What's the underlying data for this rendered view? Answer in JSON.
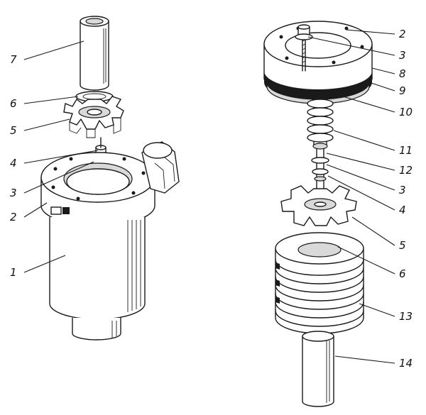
{
  "left_assembly": {
    "labels": [
      {
        "id": "part-7",
        "text": "7"
      },
      {
        "id": "part-6",
        "text": "6"
      },
      {
        "id": "part-5",
        "text": "5"
      },
      {
        "id": "part-4",
        "text": "4"
      },
      {
        "id": "part-3",
        "text": "3"
      },
      {
        "id": "part-2",
        "text": "2"
      },
      {
        "id": "part-1",
        "text": "1"
      }
    ]
  },
  "right_assembly": {
    "labels": [
      {
        "id": "part-2",
        "text": "2"
      },
      {
        "id": "part-3",
        "text": "3"
      },
      {
        "id": "part-8",
        "text": "8"
      },
      {
        "id": "part-9",
        "text": "9"
      },
      {
        "id": "part-10",
        "text": "10"
      },
      {
        "id": "part-11",
        "text": "11"
      },
      {
        "id": "part-12",
        "text": "12"
      },
      {
        "id": "part-3b",
        "text": "3"
      },
      {
        "id": "part-4",
        "text": "4"
      },
      {
        "id": "part-5",
        "text": "5"
      },
      {
        "id": "part-6",
        "text": "6"
      },
      {
        "id": "part-13",
        "text": "13"
      },
      {
        "id": "part-14",
        "text": "14"
      }
    ]
  }
}
